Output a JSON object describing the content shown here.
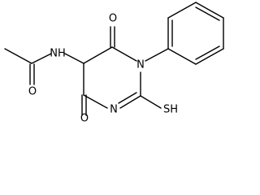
{
  "structure": {
    "atoms": {
      "nh": "NH",
      "o_acetyl": "O",
      "o_top": "O",
      "o_bottom": "O",
      "n_ring": "N",
      "n_bottom": "N",
      "sh": "SH"
    }
  }
}
